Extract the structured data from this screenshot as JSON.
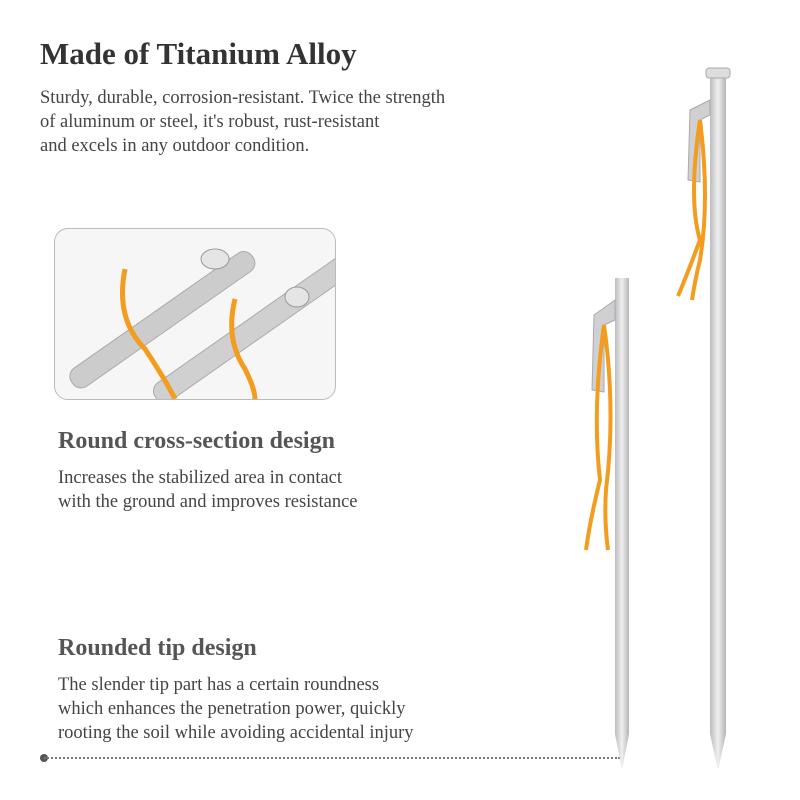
{
  "title": "Made of Titanium Alloy",
  "intro": [
    "Sturdy, durable, corrosion-resistant. Twice the strength",
    "of aluminum or steel, it's robust, rust-resistant",
    "and excels in any outdoor condition."
  ],
  "features": [
    {
      "heading": "Round cross-section design",
      "lines": [
        "Increases the stabilized area in contact",
        "with the ground and improves resistance"
      ]
    },
    {
      "heading": "Rounded tip design",
      "lines": [
        "The slender tip part has a certain roundness",
        "which enhances the penetration power, quickly",
        "rooting the soil while avoiding accidental injury"
      ]
    }
  ],
  "colors": {
    "cord": "#f39c1e",
    "metal": "#d6d6d8"
  }
}
